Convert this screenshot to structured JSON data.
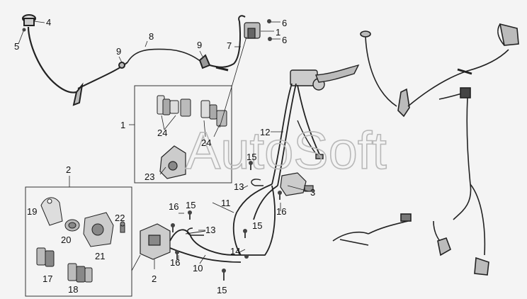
{
  "watermark": "AutoSoft",
  "callouts": {
    "c1a": "1",
    "c1b": "1",
    "c2a": "2",
    "c2b": "2",
    "c3": "3",
    "c4": "4",
    "c5": "5",
    "c6a": "6",
    "c6b": "6",
    "c7": "7",
    "c8": "8",
    "c9a": "9",
    "c9b": "9",
    "c10": "10",
    "c11": "11",
    "c12": "12",
    "c13a": "13",
    "c13b": "13",
    "c14": "14",
    "c15a": "15",
    "c15b": "15",
    "c15c": "15",
    "c15d": "15",
    "c16a": "16",
    "c16b": "16",
    "c16c": "16",
    "c17": "17",
    "c18": "18",
    "c19": "19",
    "c20": "20",
    "c21": "21",
    "c22": "22",
    "c23": "23",
    "c24a": "24",
    "c24b": "24"
  }
}
